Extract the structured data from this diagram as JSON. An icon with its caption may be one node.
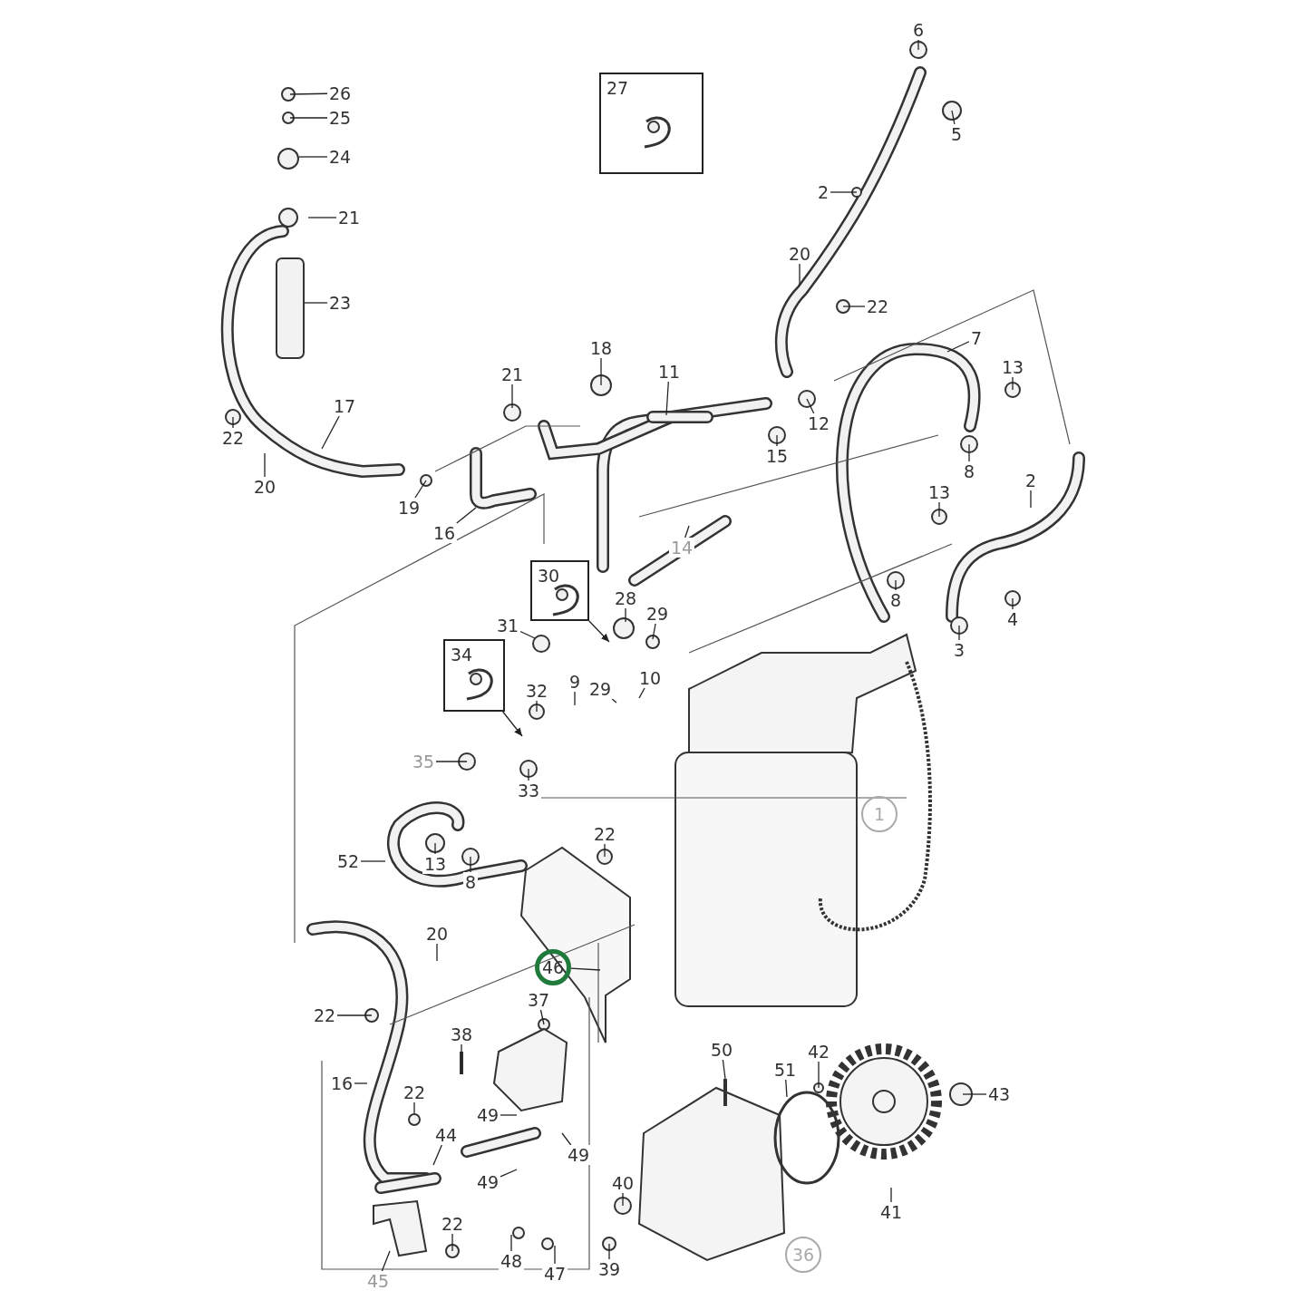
{
  "diagram": {
    "nodes": [
      {
        "text": [
          "26"
        ]
      },
      {
        "text": [
          "25"
        ]
      },
      {
        "text": [
          "24"
        ]
      },
      {
        "text": [
          "21"
        ]
      },
      {
        "text": [
          "23"
        ]
      },
      {
        "text": [
          "6"
        ]
      },
      {
        "text": [
          "27"
        ]
      },
      {
        "text": [
          "5"
        ]
      },
      {
        "text": [
          "2"
        ]
      },
      {
        "text": [
          "20"
        ]
      },
      {
        "text": [
          "22"
        ]
      },
      {
        "text": [
          "18"
        ]
      },
      {
        "text": [
          "11"
        ]
      },
      {
        "text": [
          "7"
        ]
      },
      {
        "text": [
          "13"
        ]
      },
      {
        "text": [
          "21"
        ]
      },
      {
        "text": [
          "17"
        ]
      },
      {
        "text": [
          "12"
        ]
      },
      {
        "text": [
          "22"
        ]
      },
      {
        "text": [
          "15"
        ]
      },
      {
        "text": [
          "8"
        ]
      },
      {
        "text": [
          "2"
        ]
      },
      {
        "text": [
          "20"
        ]
      },
      {
        "text": [
          "19"
        ]
      },
      {
        "text": [
          "13"
        ]
      },
      {
        "text": [
          "16"
        ]
      },
      {
        "text": [
          "14"
        ]
      },
      {
        "text": [
          "30"
        ]
      },
      {
        "text": [
          "28"
        ]
      },
      {
        "text": [
          "29"
        ]
      },
      {
        "text": [
          "8"
        ]
      },
      {
        "text": [
          "4"
        ]
      },
      {
        "text": [
          "31"
        ]
      },
      {
        "text": [
          "34"
        ]
      },
      {
        "text": [
          "3"
        ]
      },
      {
        "text": [
          "9"
        ]
      },
      {
        "text": [
          "29"
        ]
      },
      {
        "text": [
          "10"
        ]
      },
      {
        "text": [
          "32"
        ]
      },
      {
        "text": [
          "35"
        ]
      },
      {
        "text": [
          "33"
        ]
      },
      {
        "text": [
          "1"
        ]
      },
      {
        "text": [
          "22"
        ]
      },
      {
        "text": [
          "52"
        ]
      },
      {
        "text": [
          "13"
        ]
      },
      {
        "text": [
          "8"
        ]
      },
      {
        "text": [
          "20"
        ]
      },
      {
        "text": [
          "46"
        ]
      },
      {
        "text": [
          "37"
        ]
      },
      {
        "text": [
          "22"
        ]
      },
      {
        "text": [
          "38"
        ]
      },
      {
        "text": [
          "50"
        ]
      },
      {
        "text": [
          "42"
        ]
      },
      {
        "text": [
          "51"
        ]
      },
      {
        "text": [
          "16"
        ]
      },
      {
        "text": [
          "22"
        ]
      },
      {
        "text": [
          "43"
        ]
      },
      {
        "text": [
          "49"
        ]
      },
      {
        "text": [
          "44"
        ]
      },
      {
        "text": [
          "49"
        ]
      },
      {
        "text": [
          "49"
        ]
      },
      {
        "text": [
          "40"
        ]
      },
      {
        "text": [
          "41"
        ]
      },
      {
        "text": [
          "22"
        ]
      },
      {
        "text": [
          "36"
        ]
      },
      {
        "text": [
          "48"
        ]
      },
      {
        "text": [
          "39"
        ]
      },
      {
        "text": [
          "47"
        ]
      },
      {
        "text": [
          "45"
        ]
      }
    ],
    "edges": [
      {
        "from": 0,
        "to": null,
        "arrow": "none"
      },
      {
        "from": 1,
        "to": null,
        "arrow": "none"
      },
      {
        "from": 2,
        "to": null,
        "arrow": "none"
      },
      {
        "from": 3,
        "to": null,
        "arrow": "none"
      },
      {
        "from": 4,
        "to": null,
        "arrow": "none"
      },
      {
        "from": 5,
        "to": null,
        "arrow": "none"
      },
      {
        "from": 7,
        "to": null,
        "arrow": "none"
      },
      {
        "from": 8,
        "to": null,
        "arrow": "none"
      },
      {
        "from": 9,
        "to": null,
        "arrow": "none"
      },
      {
        "from": 10,
        "to": null,
        "arrow": "none"
      },
      {
        "from": 11,
        "to": null,
        "arrow": "none"
      },
      {
        "from": 12,
        "to": null,
        "arrow": "none"
      },
      {
        "from": 13,
        "to": null,
        "arrow": "none"
      },
      {
        "from": 14,
        "to": null,
        "arrow": "none"
      },
      {
        "from": 15,
        "to": null,
        "arrow": "none"
      },
      {
        "from": 16,
        "to": null,
        "arrow": "none"
      },
      {
        "from": 17,
        "to": null,
        "arrow": "none"
      },
      {
        "from": 18,
        "to": null,
        "arrow": "none"
      },
      {
        "from": 19,
        "to": null,
        "arrow": "none"
      },
      {
        "from": 20,
        "to": null,
        "arrow": "none"
      },
      {
        "from": 21,
        "to": null,
        "arrow": "none"
      },
      {
        "from": 22,
        "to": null,
        "arrow": "none"
      },
      {
        "from": 23,
        "to": null,
        "arrow": "none"
      },
      {
        "from": 24,
        "to": null,
        "arrow": "none"
      },
      {
        "from": 25,
        "to": null,
        "arrow": "none"
      },
      {
        "from": 26,
        "to": null,
        "arrow": "none"
      },
      {
        "from": 27,
        "to": null,
        "arrow": "to"
      },
      {
        "from": 28,
        "to": null,
        "arrow": "none"
      },
      {
        "from": 29,
        "to": null,
        "arrow": "none"
      },
      {
        "from": 30,
        "to": null,
        "arrow": "none"
      },
      {
        "from": 31,
        "to": null,
        "arrow": "none"
      },
      {
        "from": 32,
        "to": null,
        "arrow": "none"
      },
      {
        "from": 33,
        "to": null,
        "arrow": "to"
      },
      {
        "from": 34,
        "to": null,
        "arrow": "none"
      },
      {
        "from": 35,
        "to": null,
        "arrow": "none"
      },
      {
        "from": 36,
        "to": null,
        "arrow": "none"
      },
      {
        "from": 37,
        "to": null,
        "arrow": "none"
      },
      {
        "from": 38,
        "to": null,
        "arrow": "none"
      },
      {
        "from": 39,
        "to": null,
        "arrow": "none"
      },
      {
        "from": 40,
        "to": null,
        "arrow": "none"
      },
      {
        "from": 42,
        "to": null,
        "arrow": "none"
      },
      {
        "from": 43,
        "to": null,
        "arrow": "none"
      },
      {
        "from": 44,
        "to": null,
        "arrow": "none"
      },
      {
        "from": 45,
        "to": null,
        "arrow": "none"
      },
      {
        "from": 46,
        "to": null,
        "arrow": "none"
      },
      {
        "from": 47,
        "to": null,
        "arrow": "none"
      },
      {
        "from": 48,
        "to": null,
        "arrow": "none"
      },
      {
        "from": 49,
        "to": null,
        "arrow": "none"
      },
      {
        "from": 50,
        "to": null,
        "arrow": "none"
      },
      {
        "from": 51,
        "to": null,
        "arrow": "none"
      },
      {
        "from": 52,
        "to": null,
        "arrow": "none"
      },
      {
        "from": 53,
        "to": null,
        "arrow": "none"
      },
      {
        "from": 54,
        "to": null,
        "arrow": "none"
      },
      {
        "from": 55,
        "to": null,
        "arrow": "none"
      },
      {
        "from": 56,
        "to": null,
        "arrow": "none"
      },
      {
        "from": 57,
        "to": null,
        "arrow": "none"
      },
      {
        "from": 58,
        "to": null,
        "arrow": "none"
      },
      {
        "from": 59,
        "to": null,
        "arrow": "none"
      },
      {
        "from": 60,
        "to": null,
        "arrow": "none"
      },
      {
        "from": 61,
        "to": null,
        "arrow": "none"
      },
      {
        "from": 62,
        "to": null,
        "arrow": "none"
      },
      {
        "from": 63,
        "to": null,
        "arrow": "none"
      },
      {
        "from": 65,
        "to": null,
        "arrow": "none"
      },
      {
        "from": 66,
        "to": null,
        "arrow": "none"
      },
      {
        "from": 67,
        "to": null,
        "arrow": "none"
      },
      {
        "from": 68,
        "to": null,
        "arrow": "none"
      }
    ]
  }
}
